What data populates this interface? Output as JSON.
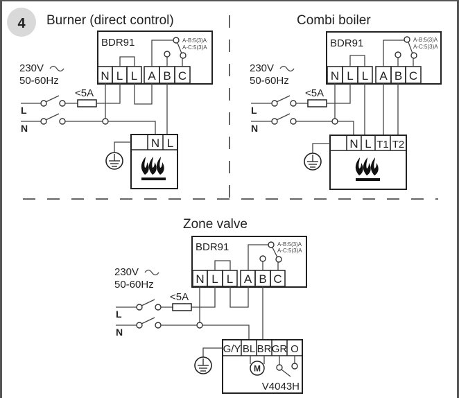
{
  "step_number": "4",
  "diagrams": {
    "burner": {
      "title": "Burner (direct control)",
      "relay": {
        "model": "BDR91",
        "rating_ab": "A-B:5(3)A",
        "rating_ac": "A-C:5(3)A",
        "terminals": [
          "N",
          "L",
          "L",
          "A",
          "B",
          "C"
        ]
      },
      "supply": {
        "voltage": "230V",
        "frequency": "50-60Hz",
        "fuse": "<5A",
        "live": "L",
        "neutral": "N"
      },
      "appliance": {
        "terminals": [
          "",
          "N",
          "L"
        ],
        "icon": "flame-icon"
      }
    },
    "combi": {
      "title": "Combi boiler",
      "relay": {
        "model": "BDR91",
        "rating_ab": "A-B:5(3)A",
        "rating_ac": "A-C:5(3)A",
        "terminals": [
          "N",
          "L",
          "L",
          "A",
          "B",
          "C"
        ]
      },
      "supply": {
        "voltage": "230V",
        "frequency": "50-60Hz",
        "fuse": "<5A",
        "live": "L",
        "neutral": "N"
      },
      "appliance": {
        "terminals": [
          "",
          "N",
          "L",
          "T1",
          "T2"
        ],
        "icon": "flame-icon"
      }
    },
    "zone": {
      "title": "Zone valve",
      "relay": {
        "model": "BDR91",
        "rating_ab": "A-B:5(3)A",
        "rating_ac": "A-C:5(3)A",
        "terminals": [
          "N",
          "L",
          "L",
          "A",
          "B",
          "C"
        ]
      },
      "supply": {
        "voltage": "230V",
        "frequency": "50-60Hz",
        "fuse": "<5A",
        "live": "L",
        "neutral": "N"
      },
      "valve": {
        "model": "V4043H",
        "terminals": [
          "G/Y",
          "BL",
          "BR",
          "GR",
          "O"
        ],
        "motor_label": "M"
      }
    }
  },
  "colors": {
    "badge": "#d9d9d9",
    "ink": "#222222",
    "wire": "#444444",
    "divider": "#666666"
  }
}
